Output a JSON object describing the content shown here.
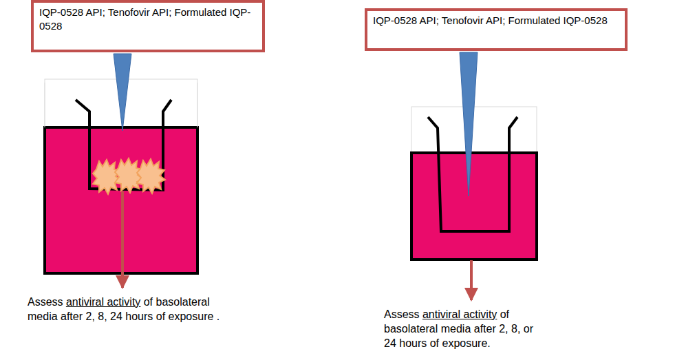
{
  "diagram": {
    "nodes": [
      {
        "text": [
          "IQP-0528 API; Tenofovir API; Formulated IQP-0528"
        ]
      },
      {
        "text": [
          "IQP-0528 API; Tenofovir API; Formulated IQP-0528"
        ]
      }
    ],
    "labels": [
      "Assess",
      "antiviral activity",
      "of basolateral media after 2, 8, 24 hours of exposure .",
      "Assess",
      "antiviral activity",
      "of basolateral media after 2, 8, or 24 hours of exposure."
    ]
  }
}
